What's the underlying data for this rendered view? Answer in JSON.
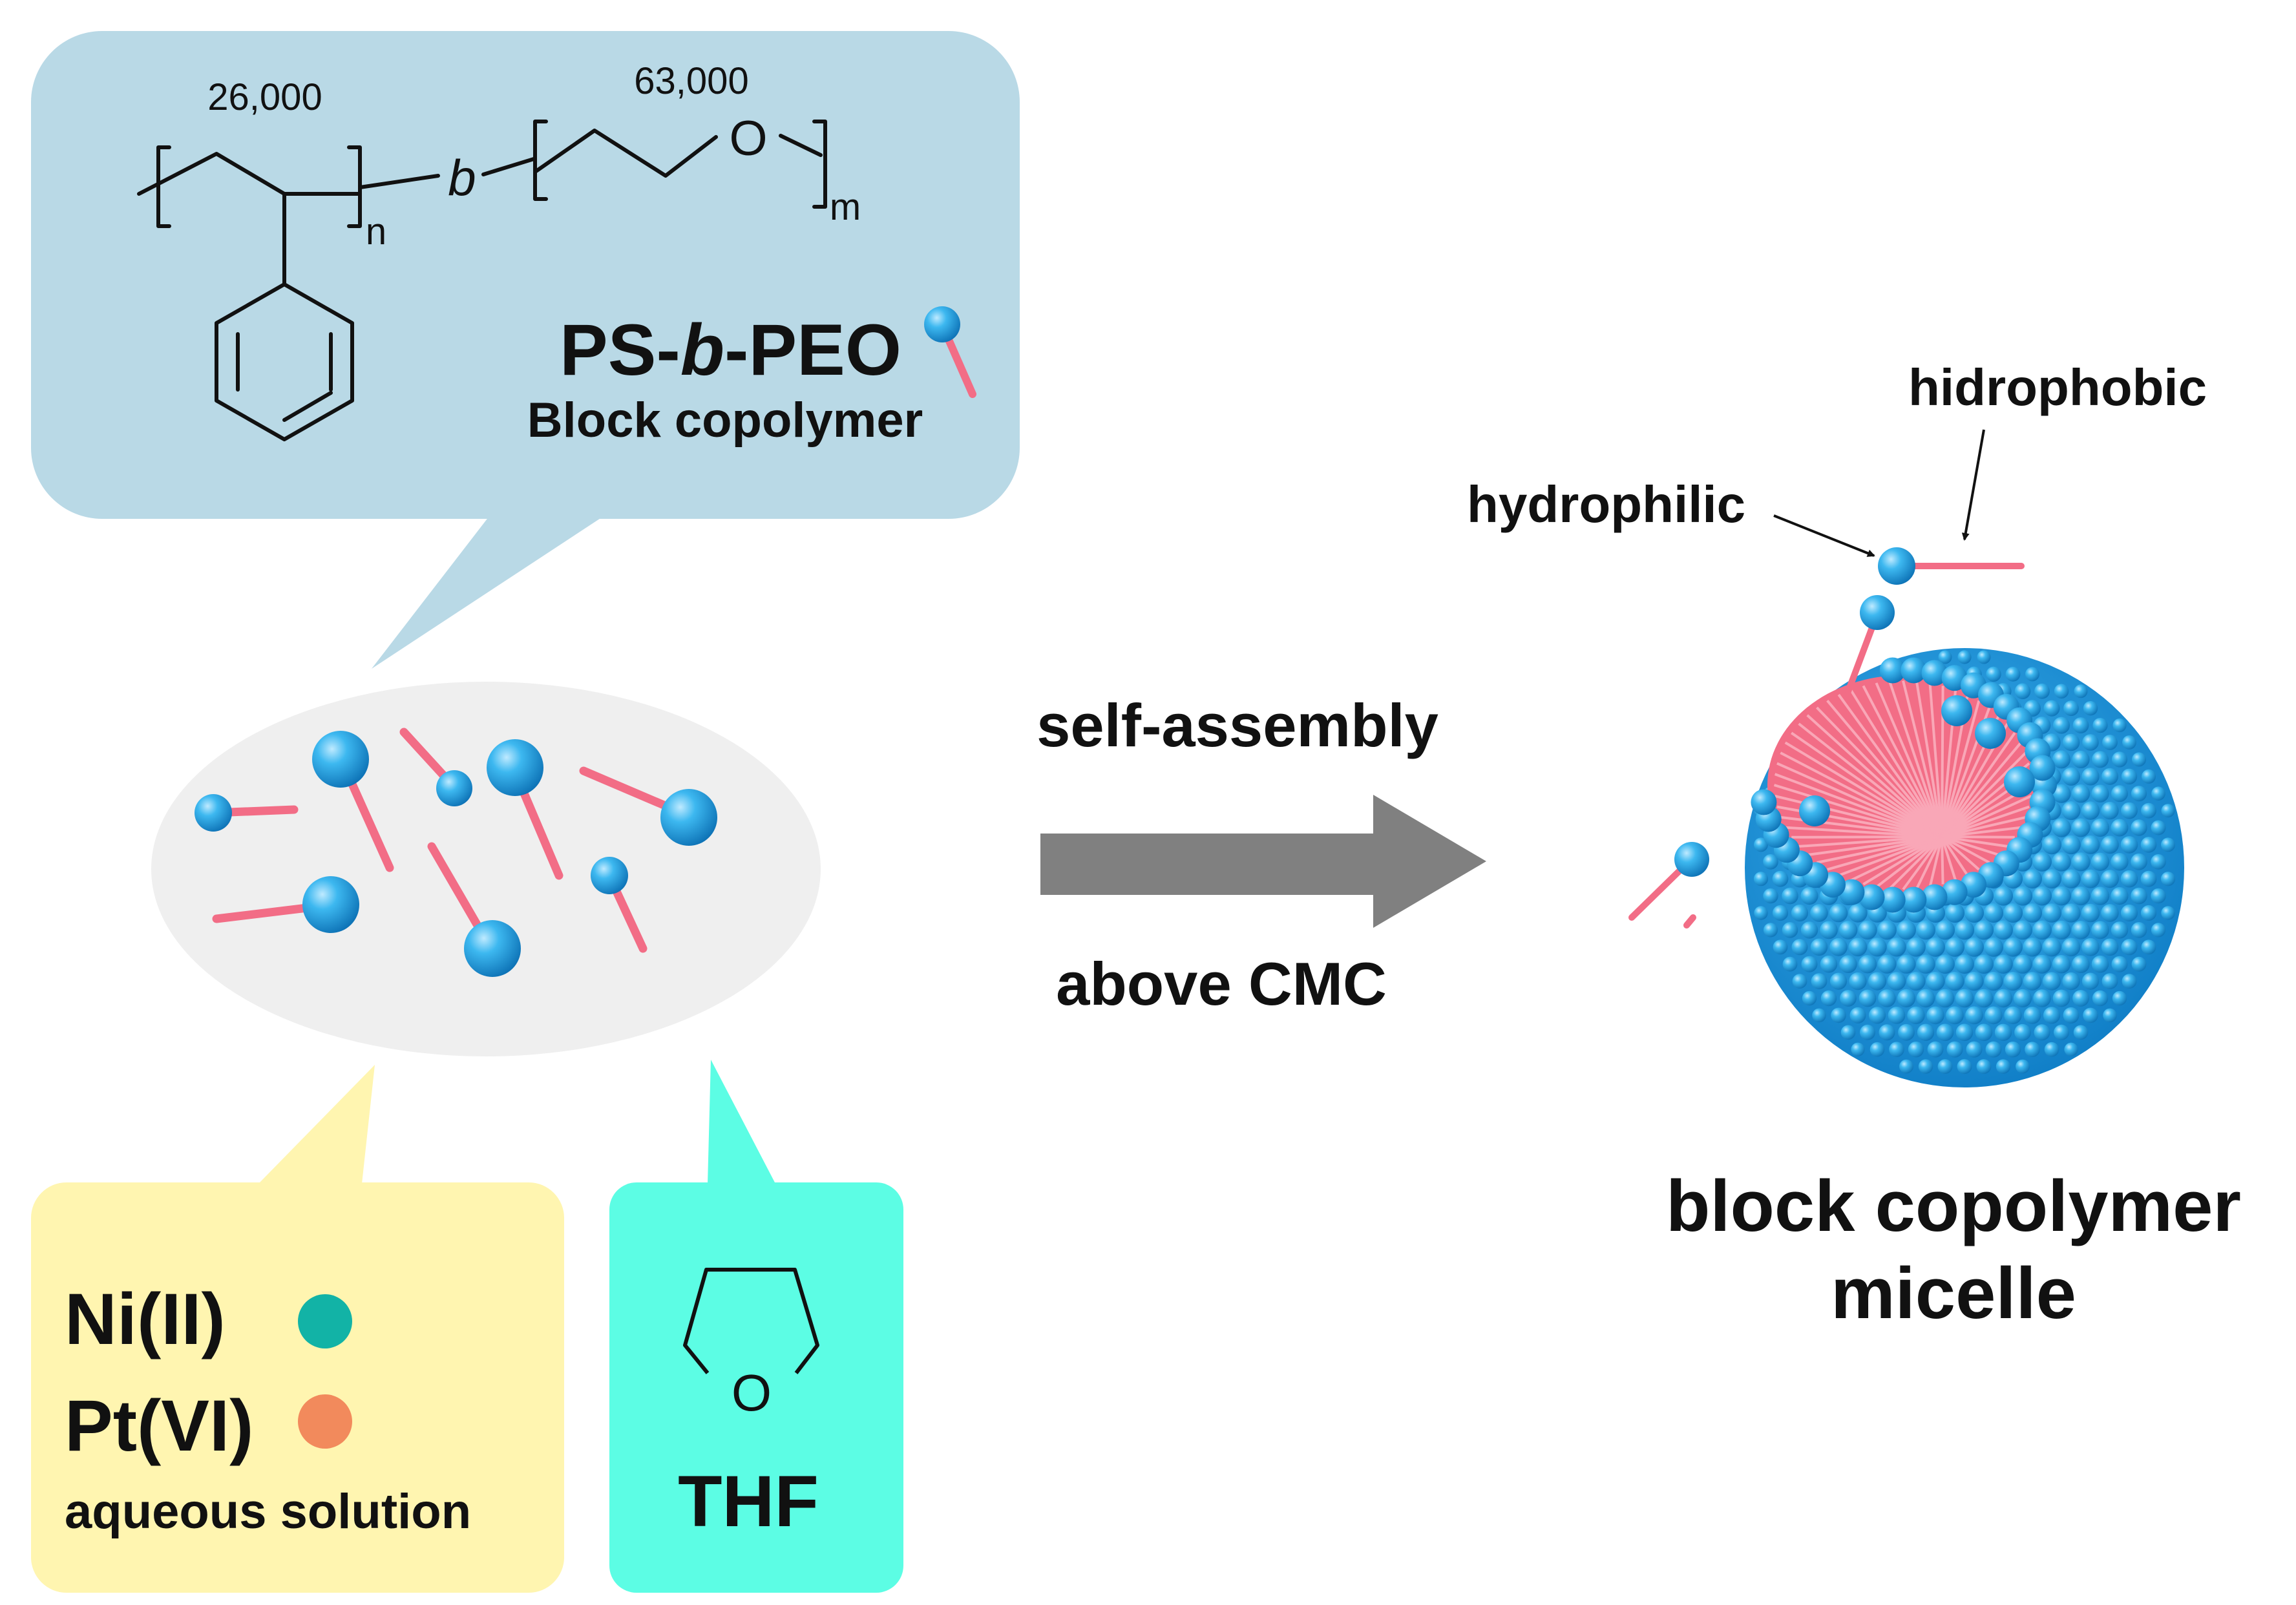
{
  "polymer": {
    "mw_ps": "26,000",
    "mw_peo": "63,000",
    "oxygen": "O",
    "block_b": "b",
    "sub_n": "n",
    "sub_m": "m",
    "name_prefix": "PS-",
    "name_b": "b",
    "name_suffix": "-PEO",
    "subtitle": "Block copolymer"
  },
  "reagents": {
    "ni_label": "Ni(II)",
    "pt_label": "Pt(VI)",
    "solution_label": "aqueous solution",
    "ni_color": "#12b3a6",
    "pt_color": "#f28a5c",
    "thf_oxygen": "O",
    "thf_label": "THF"
  },
  "process": {
    "top_label": "self-assembly",
    "bottom_label": "above CMC"
  },
  "micelle": {
    "hydrophilic_label": "hydrophilic",
    "hydrophobic_label": "hidrophobic",
    "title_line1": "block copolymer",
    "title_line2": "micelle"
  },
  "colors": {
    "polymer_bubble": "#b9d9e6",
    "solution_ellipse": "#efefef",
    "aqueous_box": "#fff5b0",
    "thf_box": "#5cfde4",
    "arrow": "#808080",
    "sphere": "#1f9fe0",
    "tail": "#f26d86"
  }
}
